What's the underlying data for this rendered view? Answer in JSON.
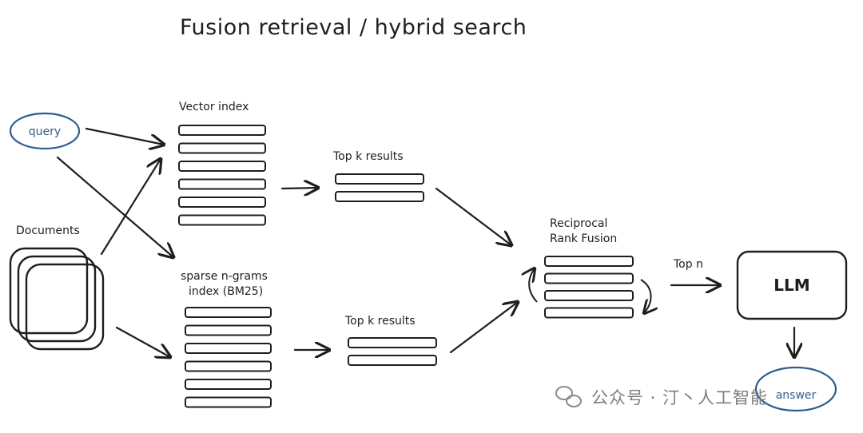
{
  "title": "Fusion retrieval / hybrid search",
  "query_label": "query",
  "documents_label": "Documents",
  "vector_index_label": "Vector index",
  "sparse_index_label_line1": "sparse n-grams",
  "sparse_index_label_line2": "index (BM25)",
  "top_k_label_upper": "Top k results",
  "top_k_label_lower": "Top k results",
  "rrf_label_line1": "Reciprocal",
  "rrf_label_line2": "Rank Fusion",
  "top_n_label": "Top n",
  "llm_label": "LLM",
  "answer_label": "answer",
  "watermark_text": "公众号 · 汀丶人工智能",
  "colors": {
    "ink": "#1e1e1e",
    "accent": "#2f5d8f",
    "watermark": "#7d7d7d"
  }
}
